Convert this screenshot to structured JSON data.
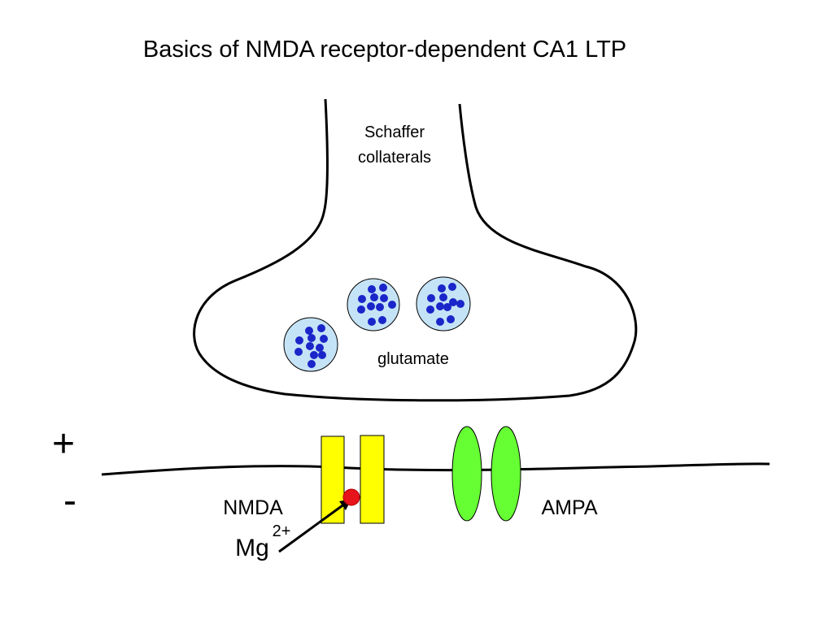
{
  "title": "Basics of NMDA receptor-dependent CA1 LTP",
  "labels": {
    "schaffer_line1": "Schaffer",
    "schaffer_line2": "collaterals",
    "glutamate": "glutamate",
    "nmda": "NMDA",
    "ampa": "AMPA",
    "mg": "Mg",
    "mg_charge": "2+",
    "plus": "+",
    "minus": "-"
  },
  "colors": {
    "line": "#000000",
    "vesicle_fill": "#c5e3f6",
    "glutamate_dot": "#1a26c9",
    "nmda_receptor": "#ffff00",
    "ampa_receptor": "#66ff33",
    "mg_ion": "#e8141b"
  }
}
